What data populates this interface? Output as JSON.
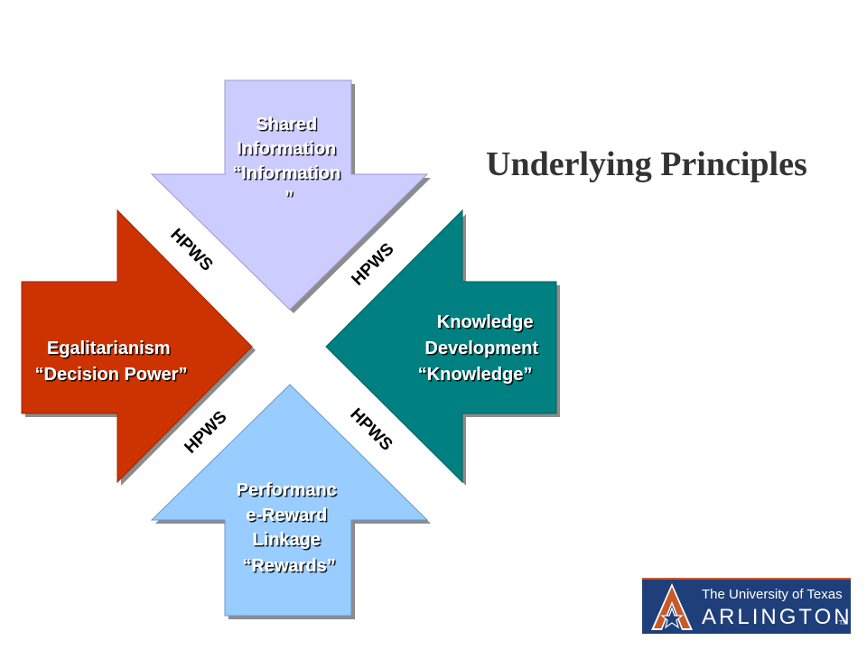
{
  "slide": {
    "title": "Underlying Principles",
    "hpws_label": "HPWS"
  },
  "arrows": {
    "top": {
      "lines": [
        "Shared",
        "Information",
        "“Information",
        "”"
      ],
      "color": "#ccccff"
    },
    "left": {
      "lines": [
        "Egalitarianism",
        "“Decision Power”"
      ],
      "color": "#cc3300"
    },
    "right": {
      "lines": [
        "Knowledge",
        "Development",
        "“Knowledge”"
      ],
      "color": "#008080"
    },
    "bottom": {
      "lines": [
        "Performanc",
        "e-Reward",
        "Linkage",
        "“Rewards”"
      ],
      "color": "#99ccff"
    }
  },
  "logo": {
    "line1": "The University of Texas",
    "line2": "ARLINGTON",
    "tm": "TM",
    "icon": "a-star-icon",
    "colors": {
      "background": "#1f3f7a",
      "accent": "#c85a28"
    }
  }
}
